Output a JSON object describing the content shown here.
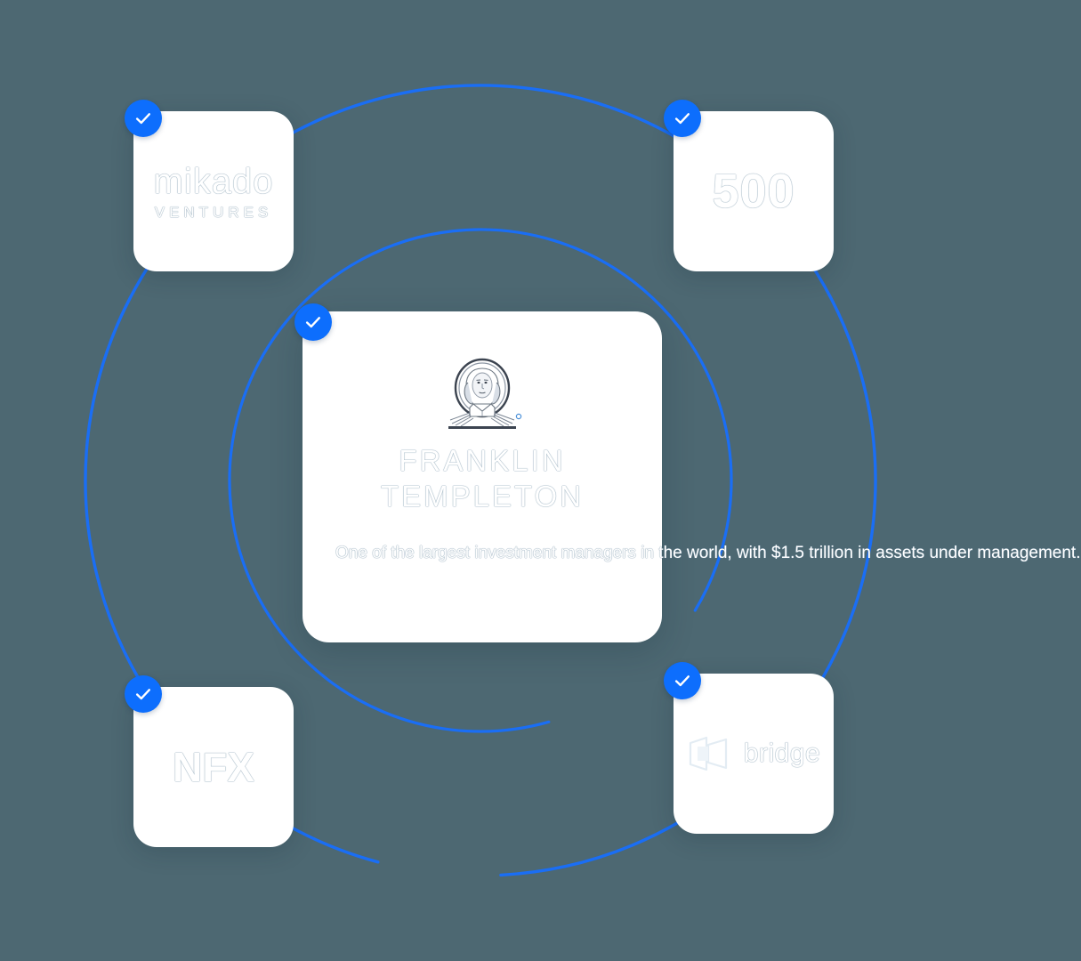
{
  "theme": {
    "background_color": "#4d6872",
    "accent_color": "#0d6efd",
    "card_color": "#ffffff",
    "ring_color": "#1a6ef5"
  },
  "center_card": {
    "name": "Franklin Templeton",
    "title_line_1": "FRANKLIN",
    "title_line_2": "TEMPLETON",
    "description": "One of the largest investment managers in the world, with $1.5 trillion in assets under management.",
    "logo_icon": "franklin-portrait-icon",
    "verified_badge": "check-icon"
  },
  "logos": [
    {
      "id": "mikado-ventures",
      "name": "mikado",
      "subtitle": "VENTURES",
      "position": "top-left",
      "verified_badge": "check-icon"
    },
    {
      "id": "500-global",
      "name": "500",
      "subtitle": "",
      "position": "top-right",
      "verified_badge": "check-icon"
    },
    {
      "id": "nfx",
      "name": "NFX",
      "subtitle": "",
      "position": "bottom-left",
      "verified_badge": "check-icon"
    },
    {
      "id": "bridge",
      "name": "bridge",
      "subtitle": "",
      "icon": "bridge-cube-icon",
      "position": "bottom-right",
      "verified_badge": "check-icon"
    }
  ],
  "rings": {
    "outer_label": "outer-orbit-ring",
    "inner_label": "inner-orbit-ring"
  }
}
